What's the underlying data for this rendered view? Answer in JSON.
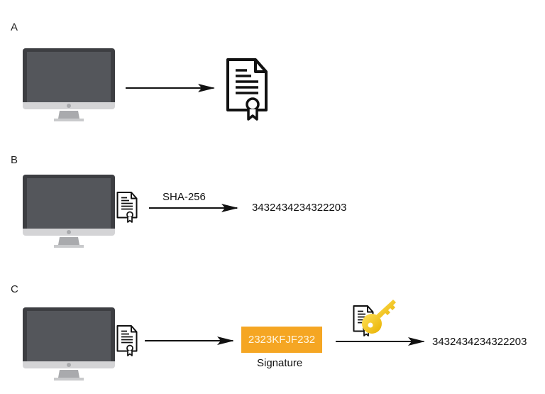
{
  "sections": {
    "a": {
      "label": "A"
    },
    "b": {
      "label": "B",
      "algorithm_label": "SHA-256",
      "hash_output": "3432434234322203"
    },
    "c": {
      "label": "C",
      "signature_value": "2323KFJF232",
      "signature_caption": "Signature",
      "verified_output": "3432434234322203"
    }
  },
  "icons": {
    "computer": "desktop-computer-icon",
    "document": "certificate-document-icon",
    "key": "golden-key-icon"
  },
  "colors": {
    "signature_box": "#f5a623",
    "key": "#f2c218",
    "monitor_bezel": "#3d3e42",
    "monitor_screen": "#54565b",
    "monitor_chin": "#d4d4d6"
  }
}
